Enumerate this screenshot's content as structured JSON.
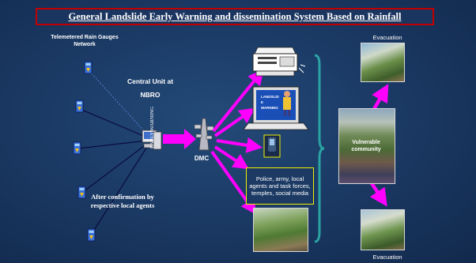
{
  "title": "General Landslide Early Warning and dissemination  System Based on Rainfall",
  "labels": {
    "gauges": "Telemetered Rain Gauges Network",
    "central_unit": "Central Unit at NBRO",
    "after_confirmation": "After confirmation by respective local agents",
    "early_warning": "EARLY WARNING",
    "dmc": "DMC",
    "laptop_text": "LANDSLID E WARNING",
    "agents": "Police, army, local agents and task forces, temples, social media",
    "vulnerable": "Vulnerable community",
    "evacuation_top": "Evacuation",
    "evacuation_bottom": "Evacuation"
  },
  "colors": {
    "background": "#1b3b66",
    "arrow": "#ff00ff",
    "title_border": "#c00000",
    "brace": "#2aa3a3",
    "agents_border": "#f0f000",
    "link": "#0a0a40"
  },
  "icons": [
    "rain-gauge-icon",
    "computer-icon",
    "tower-icon",
    "fax-icon",
    "laptop-icon",
    "mobile-phone-icon",
    "person-icon"
  ]
}
